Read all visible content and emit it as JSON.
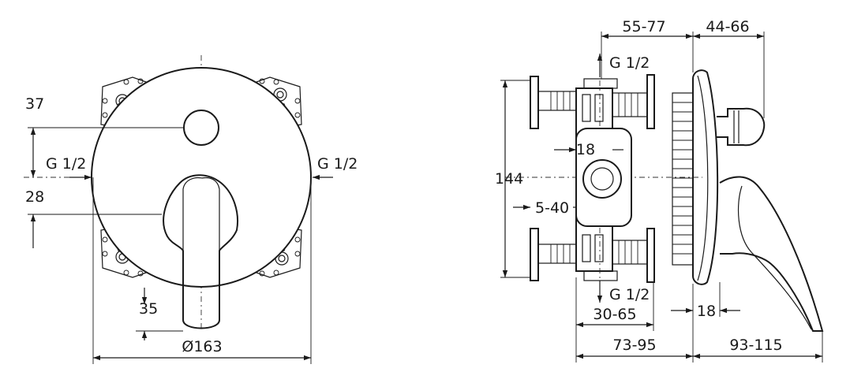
{
  "front_view": {
    "dim_37": "37",
    "dim_28": "28",
    "dim_35": "35",
    "dim_diameter": "Ø163",
    "inlet_left": "G 1/2",
    "inlet_right": "G 1/2"
  },
  "side_view": {
    "dim_55_77": "55-77",
    "dim_44_66": "44-66",
    "outlet_top": "G 1/2",
    "outlet_bottom": "G 1/2",
    "dim_18_body": "18",
    "dim_144": "144",
    "dim_5_40": "5-40",
    "dim_18_plate": "18",
    "dim_30_65": "30-65",
    "dim_73_95": "73-95",
    "dim_93_115": "93-115"
  },
  "colors": {
    "line": "#1a1a1a",
    "background": "#ffffff"
  }
}
